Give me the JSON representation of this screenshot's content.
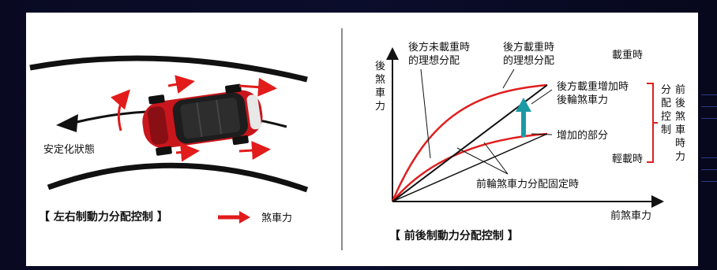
{
  "left_panel": {
    "stable_state_label": "安定化狀態",
    "caption": "【 左右制動力分配控制 】",
    "legend_label": "煞車力",
    "arrow_color": "#e21b1b",
    "car_color": "#c9161c"
  },
  "right_panel": {
    "caption": "【 前後制動力分配控制 】",
    "y_axis_label": [
      "後",
      "煞",
      "車",
      "力"
    ],
    "x_axis_label": "前煞車力",
    "curve_label_unloaded": [
      "後方未載重時",
      "的理想分配"
    ],
    "curve_label_loaded": [
      "後方載重時",
      "的理想分配"
    ],
    "loaded_state": "載重時",
    "light_state": "輕載時",
    "rear_increase": [
      "後方載重增加時",
      "後輪煞車力"
    ],
    "increase_part": "增加的部分",
    "fixed_distribution": "前輪煞車力分配固定時",
    "control_label_col1": [
      "分",
      "配",
      "控",
      "制"
    ],
    "control_label_col2": [
      "前",
      "後",
      "煞",
      "車",
      "時",
      "力"
    ],
    "curve_color": "#e01e1e",
    "arrow_color": "#1b9aa6"
  }
}
